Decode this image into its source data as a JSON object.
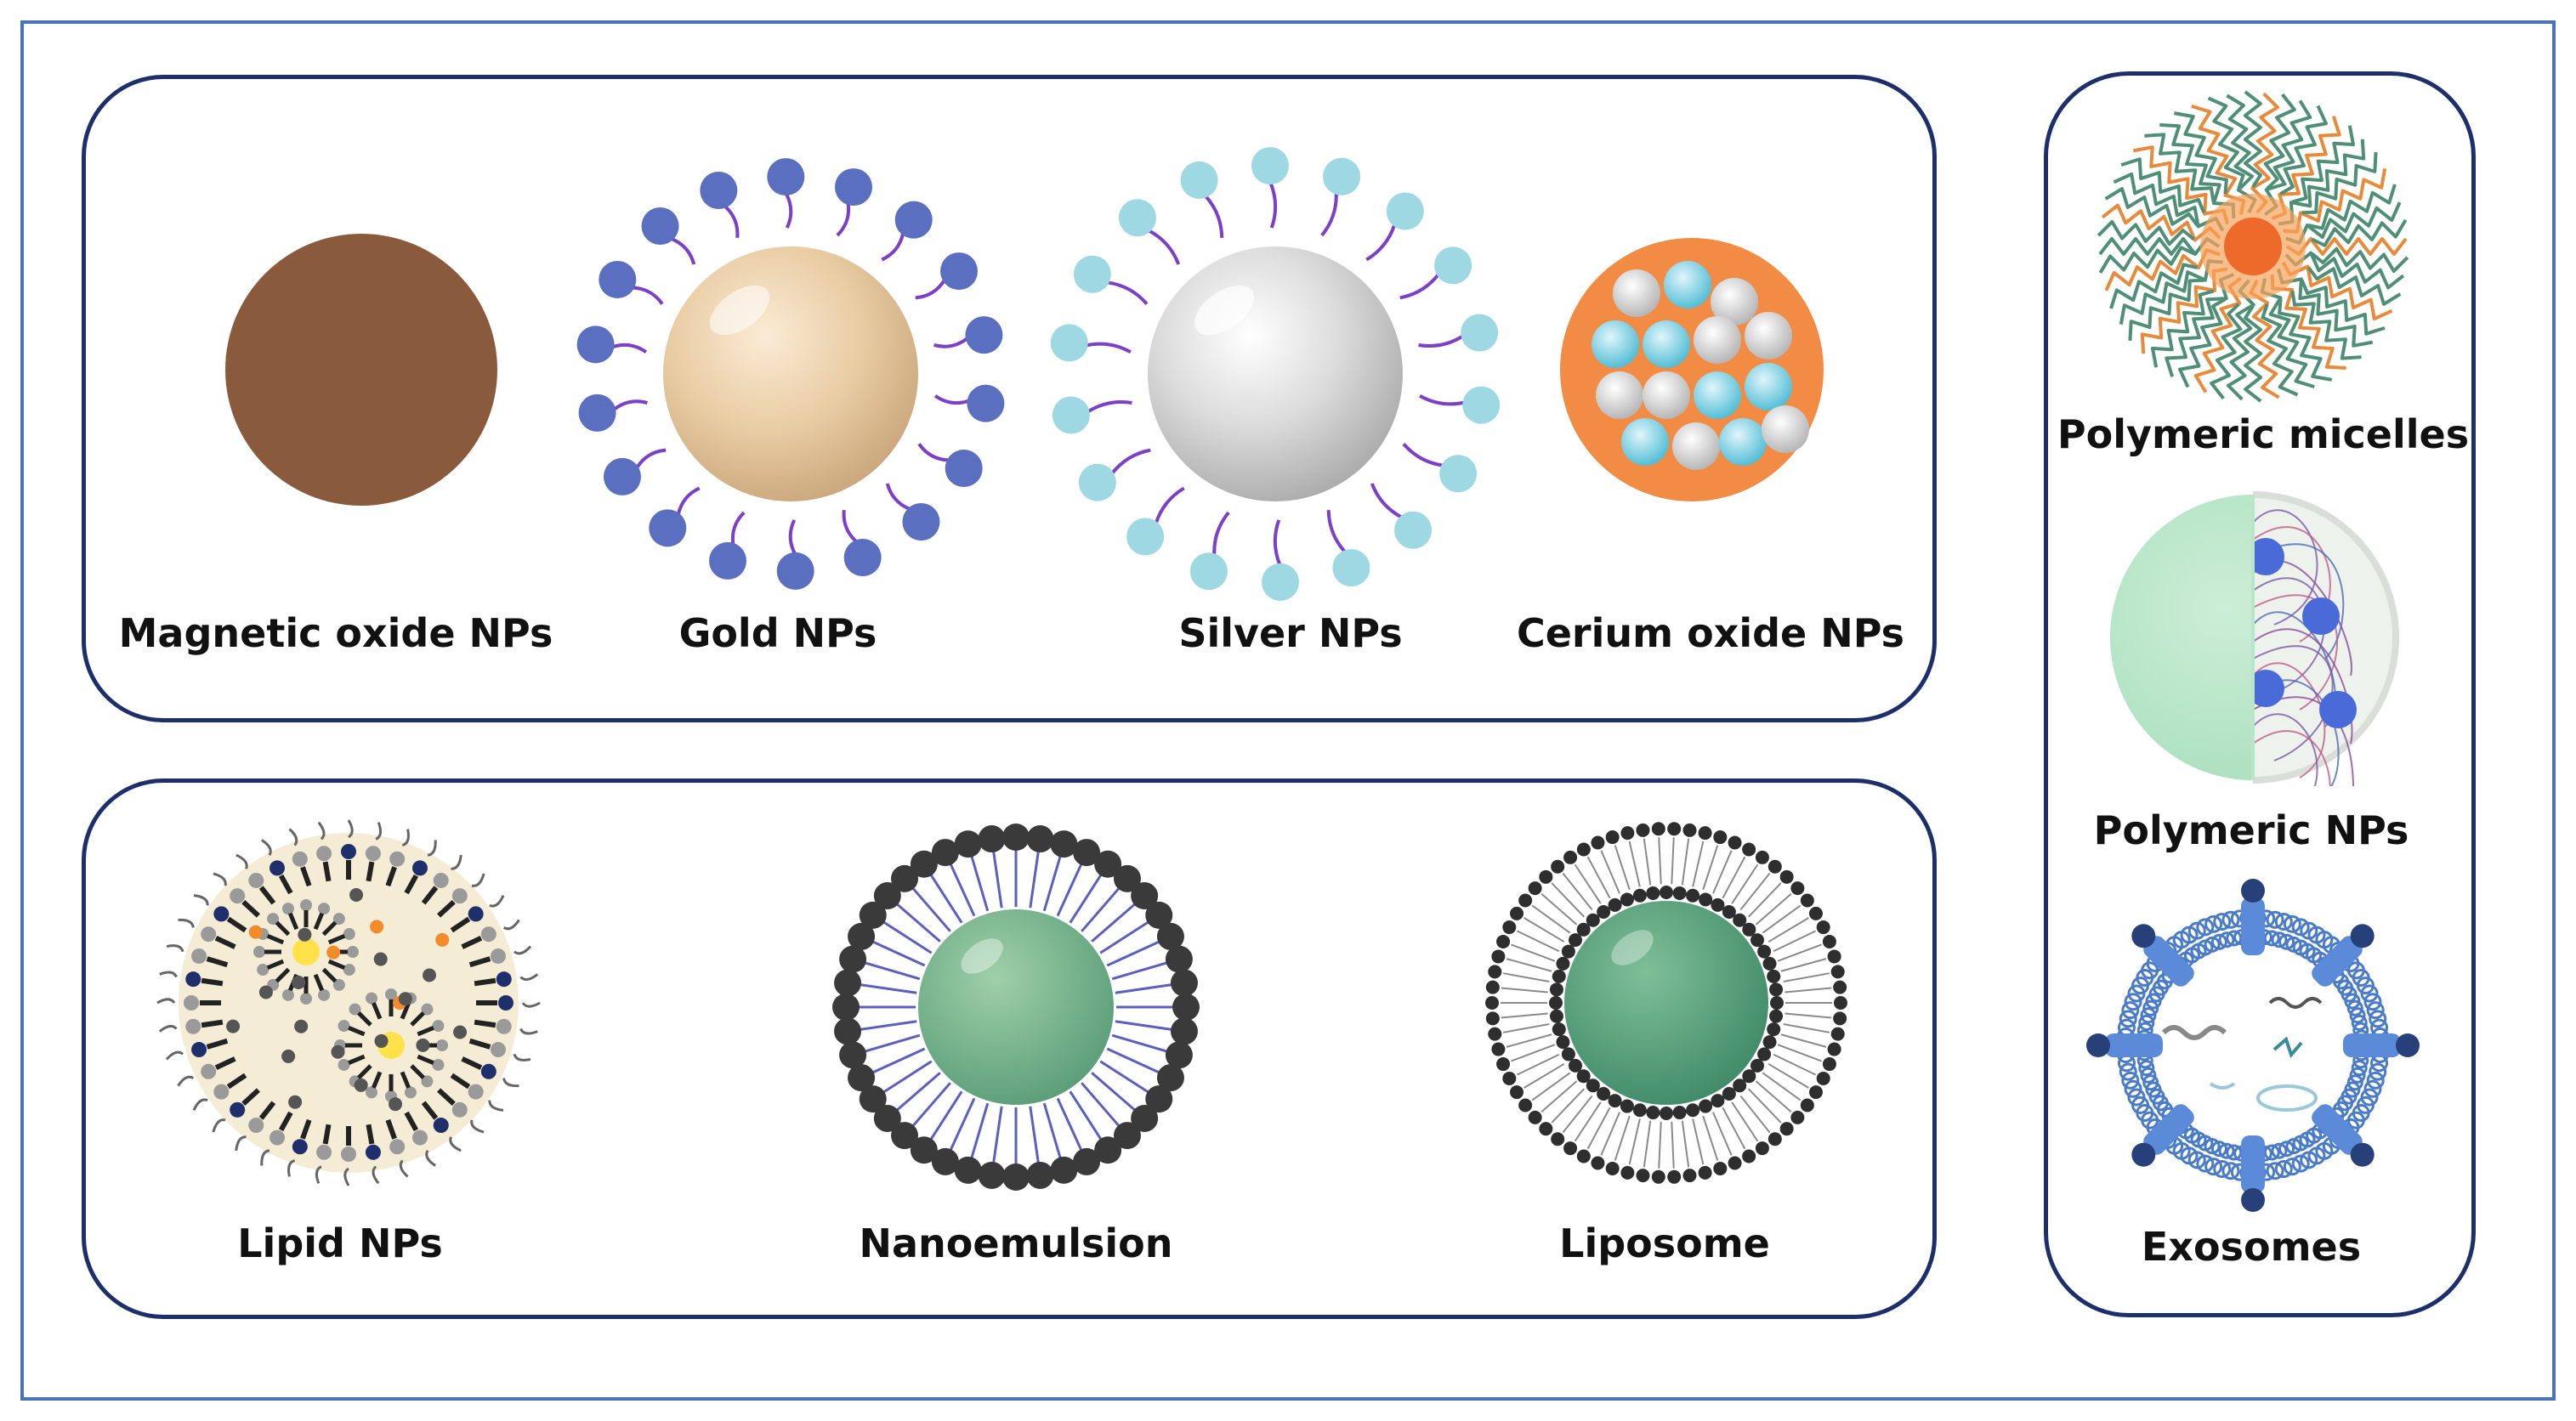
{
  "labels": {
    "magnetic": "Magnetic oxide NPs",
    "gold": "Gold NPs",
    "silver": "Silver NPs",
    "cerium": "Cerium oxide NPs",
    "lipid": "Lipid NPs",
    "nanoemulsion": "Nanoemulsion",
    "liposome": "Liposome",
    "micelles": "Polymeric micelles",
    "polymeric": "Polymeric NPs",
    "exosomes": "Exosomes"
  },
  "colors": {
    "border": "#4a72b8",
    "panel": "#1c2f6b",
    "magnetic": "#8a5a3c",
    "gold": "#e6c9a0",
    "gold_ligand": "#5b6fc0",
    "silver": "#d2d2d2",
    "silver_ligand": "#9ed8e2",
    "cerium": "#f28c45",
    "core_green": "#6fae86",
    "micelle_core": "#ee6a2a",
    "micelle_chain": "#4f8f78",
    "polymer_green": "#b9e6c8",
    "exosome_blue": "#4a7bc8"
  }
}
